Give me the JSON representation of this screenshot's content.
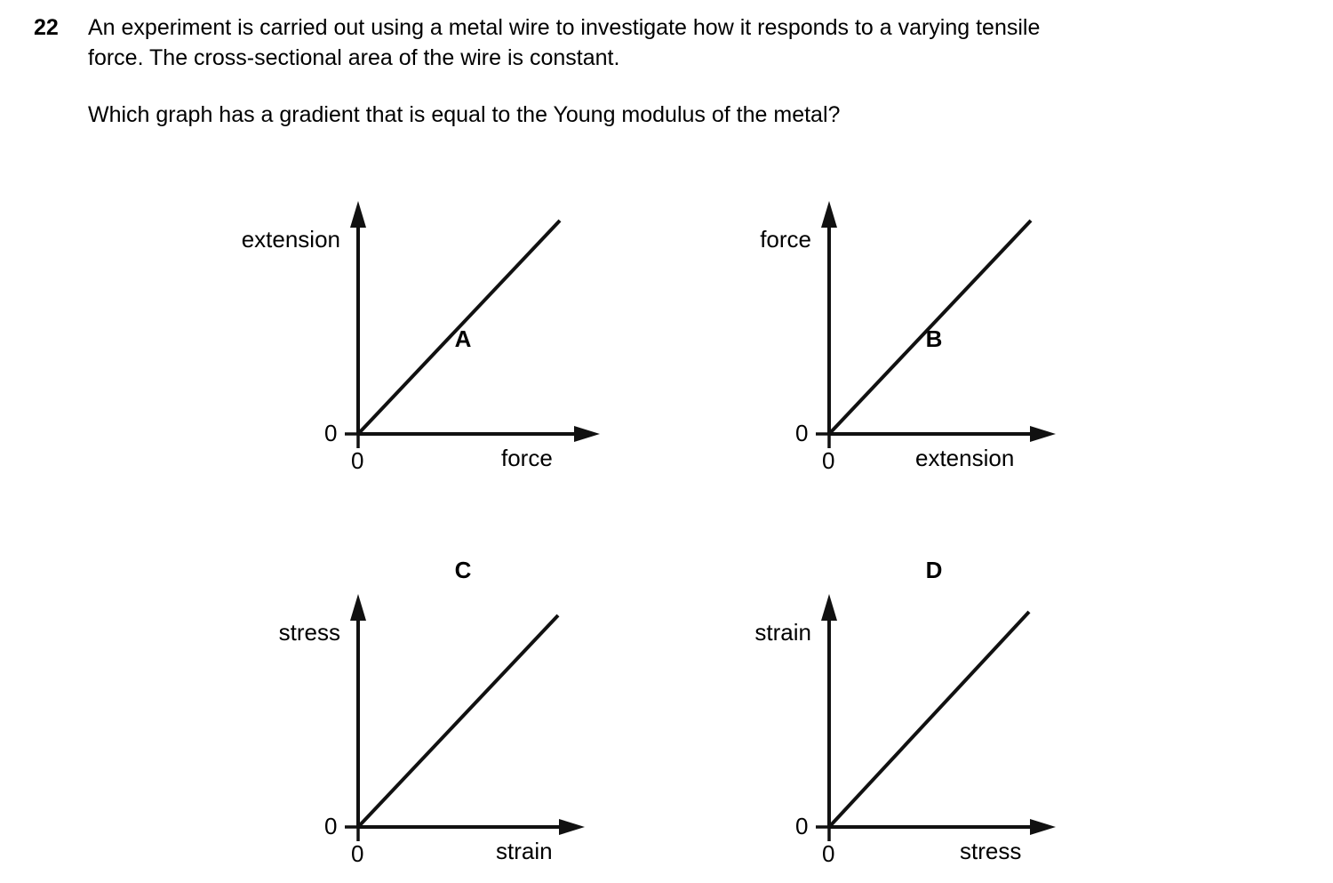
{
  "question": {
    "number": "22",
    "stem_lines": [
      "An experiment is carried out using a metal wire to investigate how it responds to a varying tensile",
      "force. The cross-sectional area of the wire is constant."
    ],
    "prompt": "Which graph has a gradient that is equal to the Young modulus of the metal?"
  },
  "options": [
    {
      "letter": "A",
      "y_axis_label": "extension",
      "x_axis_label": "force",
      "origin_y_zero": "0",
      "origin_x_zero": "0"
    },
    {
      "letter": "B",
      "y_axis_label": "force",
      "x_axis_label": "extension",
      "origin_y_zero": "0",
      "origin_x_zero": "0"
    },
    {
      "letter": "C",
      "y_axis_label": "stress",
      "x_axis_label": "strain",
      "origin_y_zero": "0",
      "origin_x_zero": "0"
    },
    {
      "letter": "D",
      "y_axis_label": "strain",
      "x_axis_label": "stress",
      "origin_y_zero": "0",
      "origin_x_zero": "0"
    }
  ],
  "chart_data": [
    {
      "type": "line",
      "title": "A",
      "xlabel": "force",
      "ylabel": "extension",
      "x": [
        0,
        1
      ],
      "y": [
        0,
        1
      ],
      "description": "straight line through the origin with positive constant gradient",
      "grid": false,
      "legend": "none",
      "xlim": [
        0,
        1
      ],
      "ylim": [
        0,
        1
      ],
      "xticklabels": [
        "0"
      ],
      "yticklabels": [
        "0"
      ]
    },
    {
      "type": "line",
      "title": "B",
      "xlabel": "extension",
      "ylabel": "force",
      "x": [
        0,
        1
      ],
      "y": [
        0,
        1
      ],
      "description": "straight line through the origin with positive constant gradient",
      "grid": false,
      "legend": "none",
      "xlim": [
        0,
        1
      ],
      "ylim": [
        0,
        1
      ],
      "xticklabels": [
        "0"
      ],
      "yticklabels": [
        "0"
      ]
    },
    {
      "type": "line",
      "title": "C",
      "xlabel": "strain",
      "ylabel": "stress",
      "x": [
        0,
        1
      ],
      "y": [
        0,
        1
      ],
      "description": "straight line through the origin with positive constant gradient",
      "grid": false,
      "legend": "none",
      "xlim": [
        0,
        1
      ],
      "ylim": [
        0,
        1
      ],
      "xticklabels": [
        "0"
      ],
      "yticklabels": [
        "0"
      ]
    },
    {
      "type": "line",
      "title": "D",
      "xlabel": "stress",
      "ylabel": "strain",
      "x": [
        0,
        1
      ],
      "y": [
        0,
        1
      ],
      "description": "straight line through the origin with positive constant gradient",
      "grid": false,
      "legend": "none",
      "xlim": [
        0,
        1
      ],
      "ylim": [
        0,
        1
      ],
      "xticklabels": [
        "0"
      ],
      "yticklabels": [
        "0"
      ]
    }
  ],
  "colors": {
    "ink": "#111111",
    "page": "#ffffff"
  }
}
